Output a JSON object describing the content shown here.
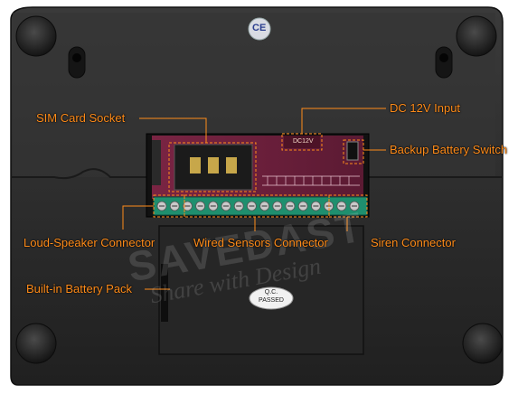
{
  "labels": {
    "sim_card_socket": "SIM Card Socket",
    "dc_input": "DC 12V Input",
    "backup_battery_switch": "Backup Battery Switch",
    "loud_speaker_connector": "Loud-Speaker Connector",
    "wired_sensors_connector": "Wired Sensors Connector",
    "siren_connector": "Siren Connector",
    "battery_pack": "Built-in Battery Pack"
  },
  "markings": {
    "ce_mark": "CE",
    "board_dc": "DC12V",
    "qc_line1": "Q.C.",
    "qc_line2": "PASSED"
  },
  "watermark": {
    "brand": "SAVEDAST",
    "tagline": "Share with Design"
  },
  "colors": {
    "label": "#ff8c1a",
    "device_body": "#2a2a2a",
    "pcb": "#6d1f3a",
    "terminal": "#1f8f6e"
  }
}
